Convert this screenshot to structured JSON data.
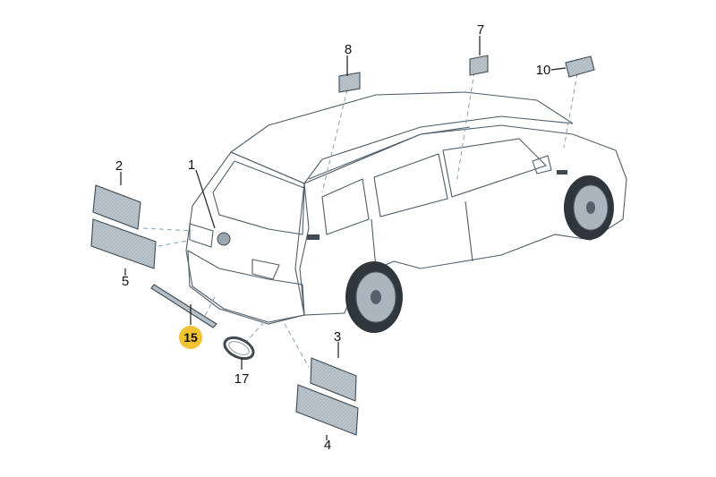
{
  "diagram": {
    "callouts": [
      {
        "id": "c1",
        "label": "1"
      },
      {
        "id": "c2",
        "label": "2"
      },
      {
        "id": "c3",
        "label": "3"
      },
      {
        "id": "c4",
        "label": "4"
      },
      {
        "id": "c5",
        "label": "5"
      },
      {
        "id": "c7",
        "label": "7"
      },
      {
        "id": "c8",
        "label": "8"
      },
      {
        "id": "c10",
        "label": "10"
      },
      {
        "id": "c15",
        "label": "15",
        "highlight_color": "#f1c232"
      },
      {
        "id": "c17",
        "label": "17"
      }
    ],
    "colors": {
      "car_body": "#dde6ee",
      "car_shadow": "#c3d0dc",
      "glass": "#bccbd6",
      "label_fill": "#b9c3cb",
      "label_fill_dark": "#9aa5ae",
      "highlight": "#f1c232",
      "leader_dashed": "#8fa9b8"
    }
  }
}
